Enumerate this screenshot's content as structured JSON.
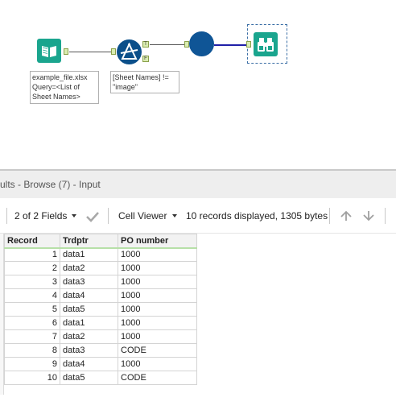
{
  "workflow": {
    "input_annotation": "example_file.xlsx\nQuery=<List of\nSheet Names>",
    "filter_annotation": "[Sheet Names] !=\n\"image\"",
    "filter_true_anchor": "T",
    "filter_false_anchor": "F"
  },
  "results": {
    "title": "ults - Browse (7) - Input",
    "fields_selector": "2 of 2 Fields",
    "viewer_selector": "Cell Viewer",
    "records_info": "10 records displayed, 1305 bytes"
  },
  "table": {
    "columns": [
      "Record",
      "Trdptr",
      "PO number"
    ],
    "rows": [
      [
        "1",
        "data1",
        "1000"
      ],
      [
        "2",
        "data2",
        "1000"
      ],
      [
        "3",
        "data3",
        "1000"
      ],
      [
        "4",
        "data4",
        "1000"
      ],
      [
        "5",
        "data5",
        "1000"
      ],
      [
        "6",
        "data1",
        "1000"
      ],
      [
        "7",
        "data2",
        "1000"
      ],
      [
        "8",
        "data3",
        "CODE"
      ],
      [
        "9",
        "data4",
        "1000"
      ],
      [
        "10",
        "data5",
        "CODE"
      ]
    ]
  },
  "colors": {
    "input_tool": "#1aa58e",
    "filter_tool": "#0b4f8a",
    "select_tool": "#0f5596",
    "browse_tool": "#1aa58e",
    "connection": "#1f1fa8",
    "anchor": "#d9ecb0"
  },
  "icons": [
    "book-icon",
    "filter-icon",
    "binoculars-icon",
    "checkmark-icon",
    "arrow-up-icon",
    "arrow-down-icon",
    "chevron-down-icon"
  ]
}
